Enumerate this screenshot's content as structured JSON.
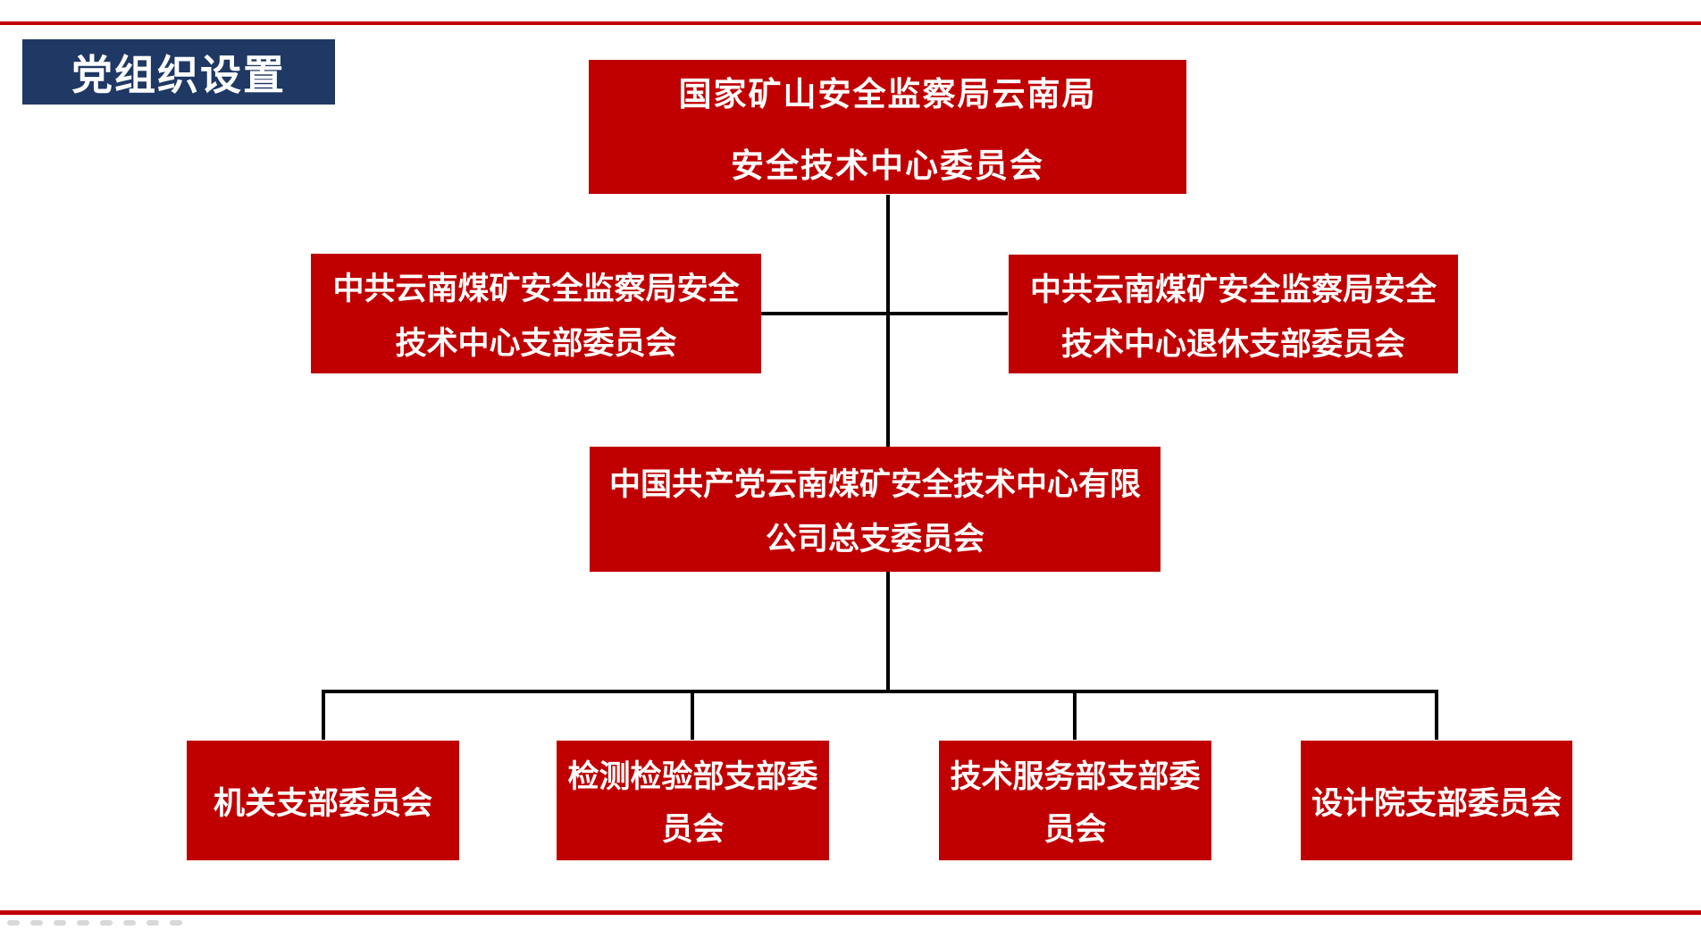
{
  "header": {
    "title": "党组织设置"
  },
  "colors": {
    "rule": "#c00000",
    "node_fill": "#c00000",
    "node_text": "#ffffff",
    "badge_fill": "#1f3864",
    "connector": "#000000"
  },
  "org": {
    "root": {
      "line1": "国家矿山安全监察局云南局",
      "line2": "安全技术中心委员会"
    },
    "left_branch": {
      "line1": "中共云南煤矿安全监察局安全",
      "line2": "技术中心支部委员会"
    },
    "right_branch": {
      "line1": "中共云南煤矿安全监察局安全",
      "line2": "技术中心退休支部委员会"
    },
    "middle": {
      "line1": "中国共产党云南煤矿安全技术中心有限",
      "line2": "公司总支委员会"
    },
    "children": [
      {
        "line1": "机关支部委员会",
        "line2": ""
      },
      {
        "line1": "检测检验部支部委",
        "line2": "员会"
      },
      {
        "line1": "技术服务部支部委",
        "line2": "员会"
      },
      {
        "line1": "设计院支部委员会",
        "line2": ""
      }
    ]
  }
}
